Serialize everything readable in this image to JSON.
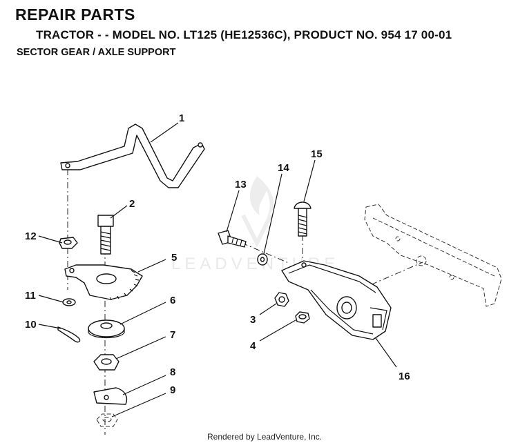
{
  "header": {
    "title": "REPAIR PARTS",
    "subtitle": "TRACTOR - - MODEL NO. LT125 (HE12536C),  PRODUCT NO. 954 17 00-01",
    "section": "SECTOR GEAR / AXLE SUPPORT"
  },
  "callouts": {
    "c1": "1",
    "c2": "2",
    "c3": "3",
    "c4": "4",
    "c5": "5",
    "c6": "6",
    "c7": "7",
    "c8": "8",
    "c9": "9",
    "c10": "10",
    "c11": "11",
    "c12": "12",
    "c13": "13",
    "c14": "14",
    "c15": "15",
    "c16": "16"
  },
  "watermark": "LEADVENTURE",
  "footer": {
    "credit": "Rendered by LeadVenture, Inc."
  }
}
